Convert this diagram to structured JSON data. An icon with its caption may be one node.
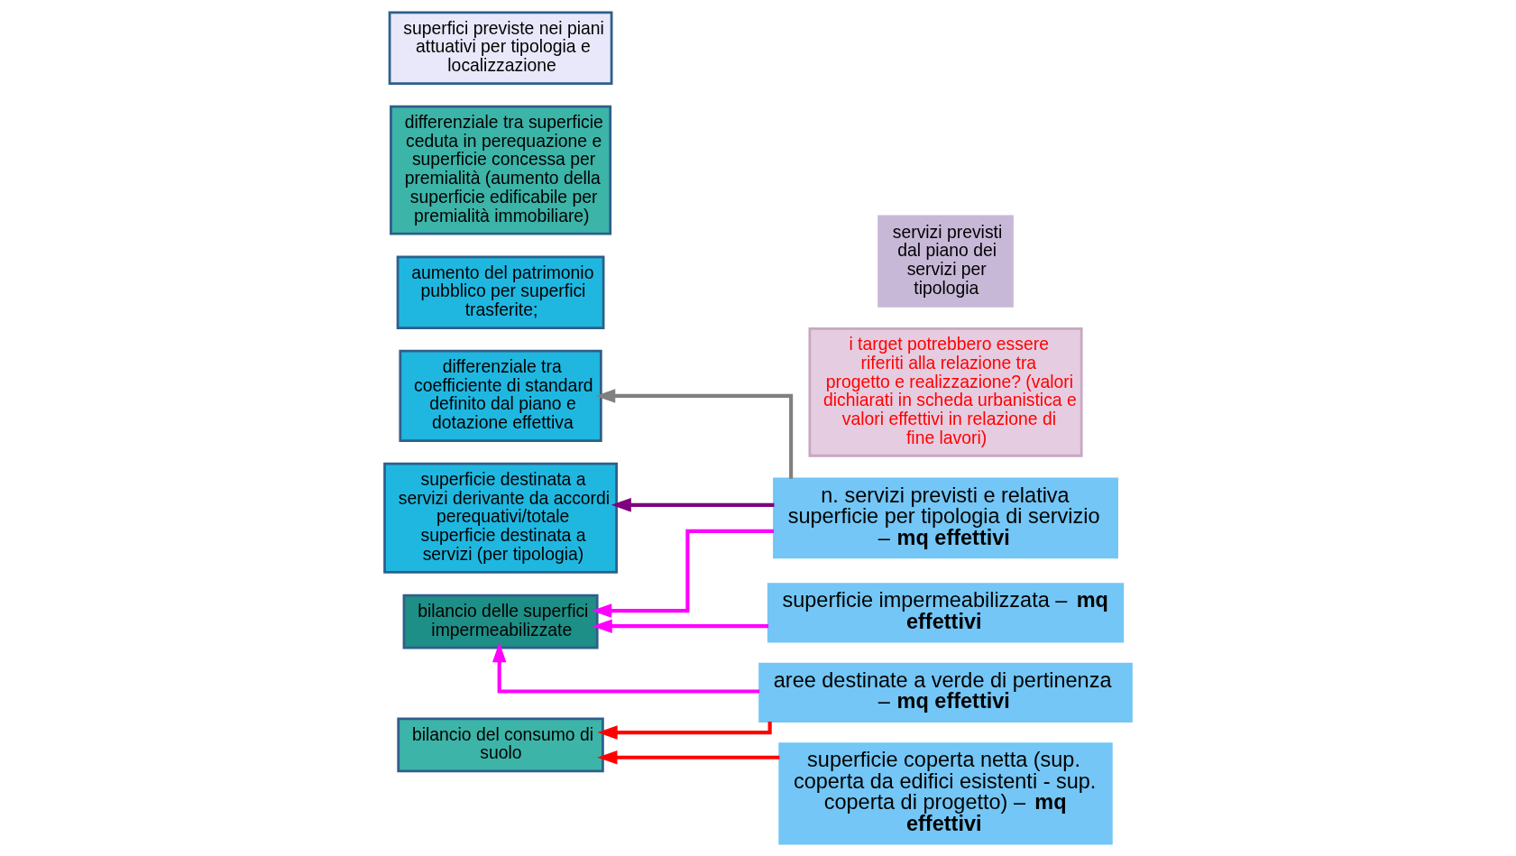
{
  "diagram": {
    "nodes": [
      {
        "text": [
          "differenziale tra coefficiente di standard definito dal piano e dotazione effettiva"
        ]
      },
      {
        "text": [
          "superficie destinata a servizi derivante da accordi perequativi/totale superficie destinata a servizi (per tipologia)"
        ]
      },
      {
        "text": [
          "aumento del patrimonio pubblico per superfici trasferite;"
        ]
      },
      {
        "text": [
          "differenziale tra superficie ceduta in perequazione e superficie concessa per premialità (aumento della superficie edificabile per premialità immobiliare)"
        ]
      },
      {
        "text": [
          "bilancio del consumo di suolo"
        ]
      },
      {
        "text": [
          "bilancio delle superfici impermeabilizzate"
        ]
      },
      {
        "text": [
          "superfici previste nei piani attuativi per tipologia e localizzazione"
        ]
      },
      {
        "text": [
          "superficie coperta netta (sup. coperta da edifici esistenti - sup. coperta di progetto) – **mq effettivi**"
        ]
      },
      {
        "text": [
          "aree destinate a verde di pertinenza – **mq effettivi**"
        ]
      },
      {
        "text": [
          "superficie impermeabilizzata – **mq effettivi**"
        ]
      },
      {
        "text": [
          "n. servizi previsti e relativa superficie per tipologia di servizio – **mq effettivi**"
        ]
      },
      {
        "text": [
          "i target potrebbero essere riferiti alla relazione tra progetto e realizzazione? (valori dichiarati in scheda urbanistica e valori effettivi in relazione di fine lavori)"
        ]
      },
      {
        "text": [
          "servizi previsti dal piano dei servizi per tipologia"
        ]
      }
    ],
    "edges": [
      {
        "from": 10,
        "to": 0,
        "arrow": "to",
        "color": "#808080"
      },
      {
        "from": 10,
        "to": 1,
        "arrow": "to",
        "color": "#800080"
      },
      {
        "from": 7,
        "to": 4,
        "arrow": "to",
        "color": "#ff0000"
      },
      {
        "from": 8,
        "to": 4,
        "arrow": "to",
        "color": "#ff0000"
      },
      {
        "from": 8,
        "to": 5,
        "arrow": "to",
        "color": "#ff00ff"
      },
      {
        "from": 9,
        "to": 5,
        "arrow": "to",
        "color": "#ff00ff"
      },
      {
        "from": 10,
        "to": 5,
        "arrow": "to",
        "color": "#ff00ff"
      }
    ]
  }
}
